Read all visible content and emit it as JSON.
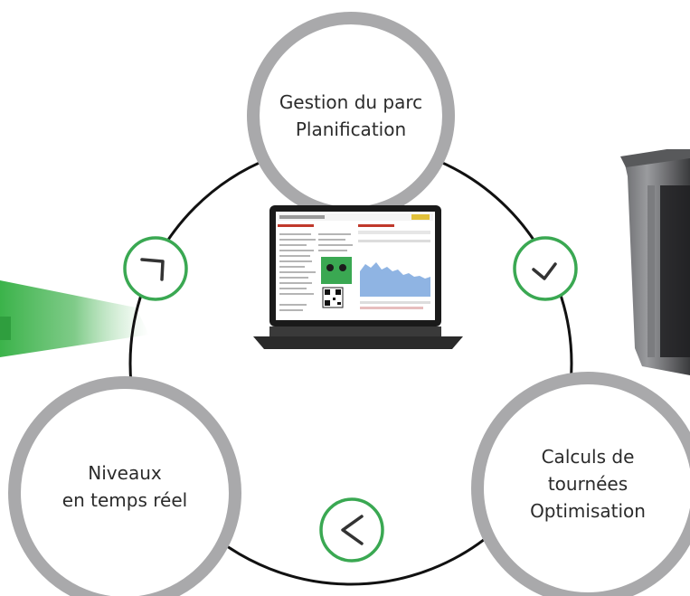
{
  "nodes": {
    "top": {
      "lines": [
        "Gestion du parc",
        "Planification"
      ]
    },
    "left": {
      "lines": [
        "Niveaux",
        "en temps réel"
      ]
    },
    "right": {
      "lines": [
        "Calculs de",
        "tournées",
        "Optimisation"
      ]
    }
  },
  "arrows": {
    "top_left": {
      "icon": "chevron-up-icon"
    },
    "top_right": {
      "icon": "chevron-down-icon"
    },
    "bottom": {
      "icon": "chevron-left-icon"
    }
  },
  "laptop_screen": {
    "title": "Bin Sensor Dashboard",
    "device_photo": "sensor-device-icon"
  },
  "colors": {
    "ring_gray": "#a9a9ab",
    "cycle_line": "#111111",
    "accent_green": "#3aa852",
    "text": "#2b2b2b"
  }
}
